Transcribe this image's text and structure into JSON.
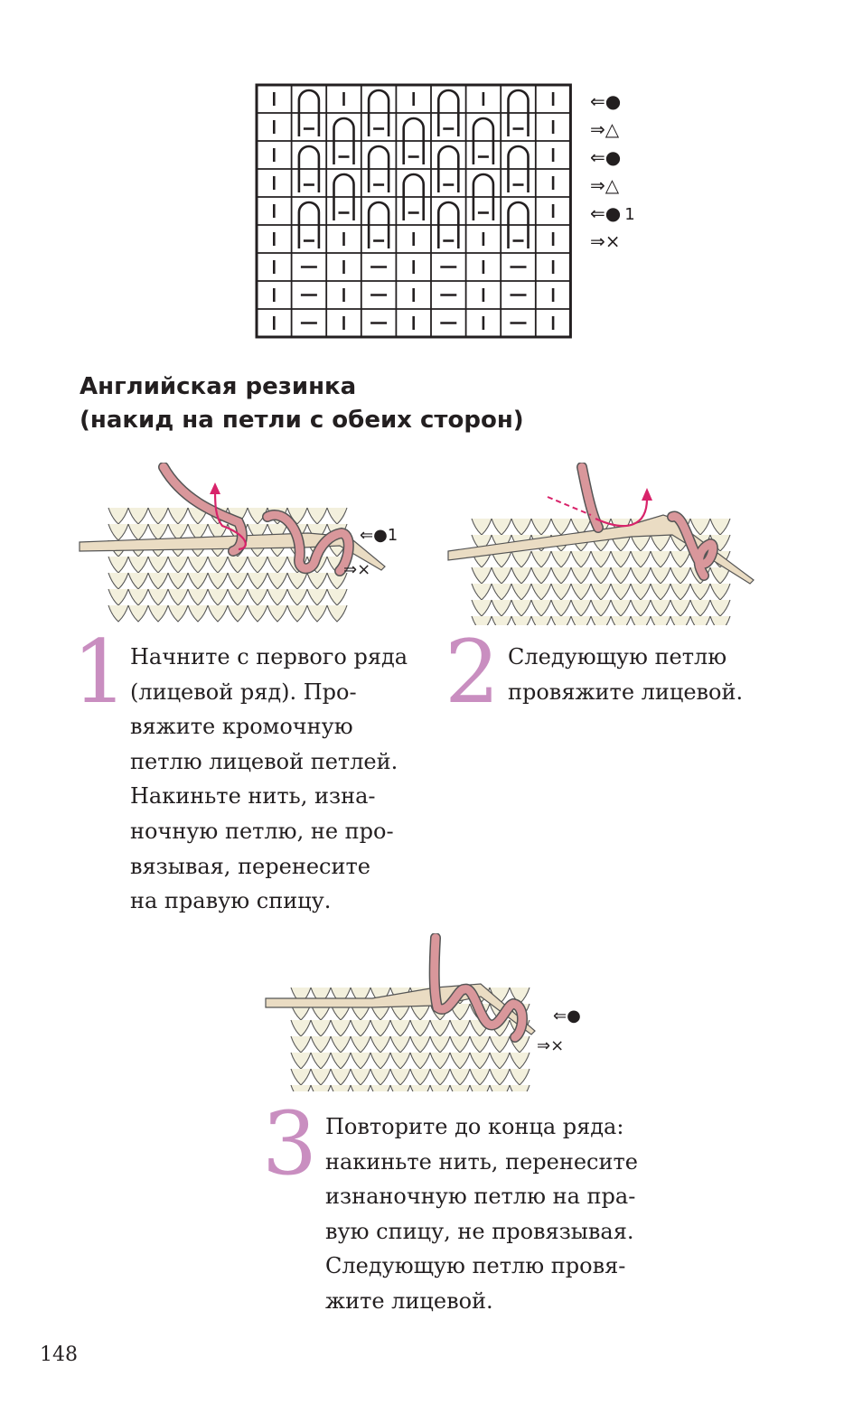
{
  "chart": {
    "row_markers": [
      {
        "arrow": "⇐",
        "symbol": "●",
        "number": ""
      },
      {
        "arrow": "⇒",
        "symbol": "△",
        "number": ""
      },
      {
        "arrow": "⇐",
        "symbol": "●",
        "number": ""
      },
      {
        "arrow": "⇒",
        "symbol": "△",
        "number": ""
      },
      {
        "arrow": "⇐",
        "symbol": "●",
        "number": "1"
      },
      {
        "arrow": "⇒",
        "symbol": "×",
        "number": ""
      }
    ]
  },
  "heading": {
    "line1": "Английская резинка",
    "line2": "(накид на петли с обеих сторон)"
  },
  "illustrations": {
    "step1_marker_top": "⇐●1",
    "step1_marker_bottom": "⇒×",
    "step3_marker_top": "⇐●",
    "step3_marker_bottom": "⇒×"
  },
  "steps": [
    {
      "number": "1",
      "lines": [
        "Начните с первого ряда",
        "(лицевой ряд). Про-",
        "вяжите кромочную",
        "петлю лицевой петлей.",
        "Накиньте нить, изна-",
        "ночную петлю, не про-",
        "вязывая, перенесите",
        "на правую спицу."
      ]
    },
    {
      "number": "2",
      "lines": [
        "Следующую петлю",
        "провяжите лицевой."
      ]
    },
    {
      "number": "3",
      "lines": [
        "Повторите до конца ряда:",
        "накиньте нить, перенесите",
        "изнаночную петлю на пра-",
        "вую спицу, не провязывая.",
        "Следующую петлю провя-",
        "жите лицевой."
      ]
    }
  ],
  "page_number": "148",
  "colors": {
    "accent_number": "#c98ec0",
    "yarn_pink": "#d9979b",
    "arrow_magenta": "#d8236a",
    "yarn_cream": "#f3f0dd",
    "needle": "#eadcc3"
  }
}
